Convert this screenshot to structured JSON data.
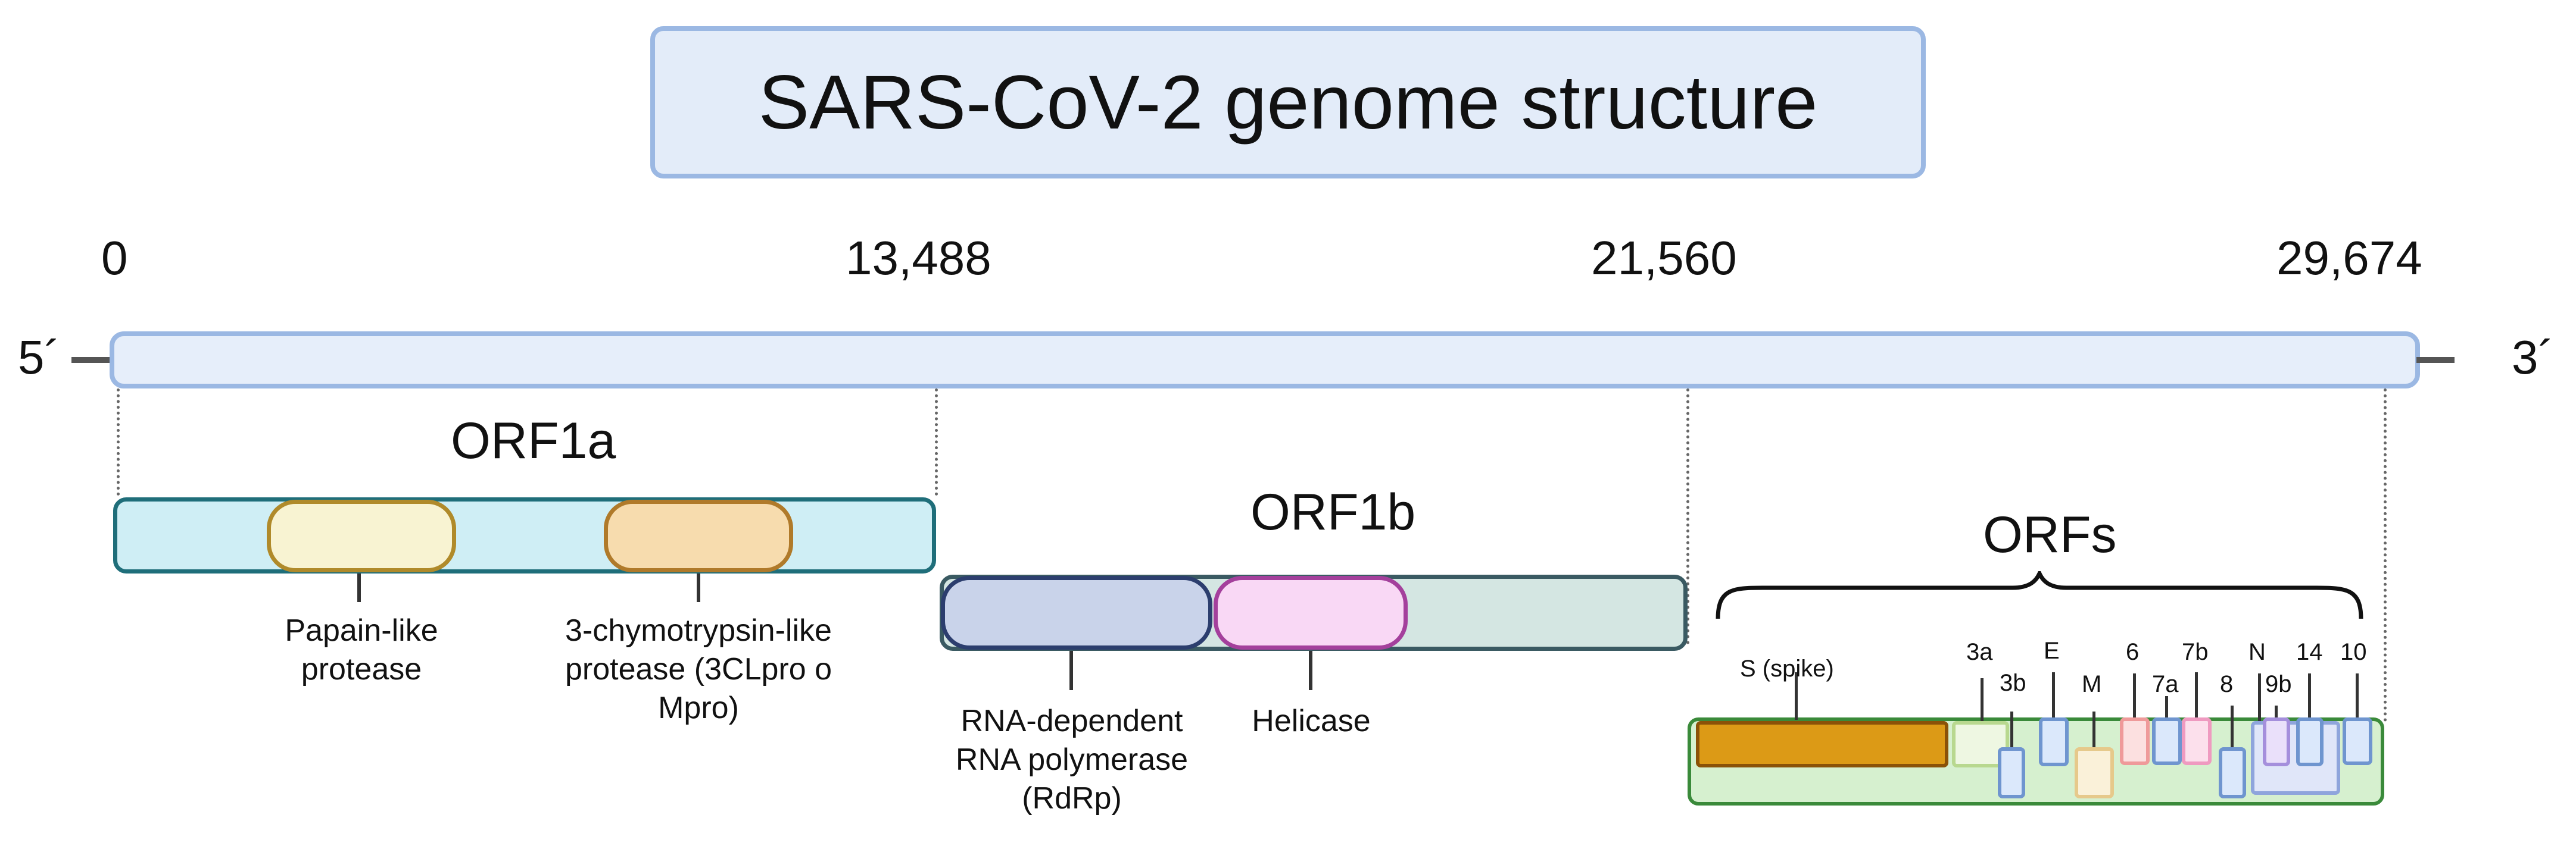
{
  "title": "SARS-CoV-2 genome structure",
  "coordinates": [
    "0",
    "13,488",
    "21,560",
    "29,674"
  ],
  "ends": {
    "five_prime": "5´",
    "three_prime": "3´"
  },
  "orf1a": {
    "label": "ORF1a",
    "domains": [
      {
        "label_lines": [
          "Papain-like",
          "protease"
        ]
      },
      {
        "label_lines": [
          "3-chymotrypsin-like",
          "protease (3CLpro o",
          "Mpro)"
        ]
      }
    ]
  },
  "orf1b": {
    "label": "ORF1b",
    "domains": [
      {
        "label_lines": [
          "RNA-dependent",
          "RNA polymerase",
          "(RdRp)"
        ]
      },
      {
        "label_lines": [
          "Helicase"
        ]
      }
    ]
  },
  "orfs": {
    "label": "ORFs",
    "genes": [
      "S (spike)",
      "3a",
      "3b",
      "E",
      "M",
      "6",
      "7a",
      "7b",
      "8",
      "N",
      "9b",
      "14",
      "10"
    ]
  },
  "colors": {
    "title_fill": "#e3ecf9",
    "title_border": "#9bb8e3",
    "orf1a_fill": "#cfeef5",
    "orf1a_border": "#1f6e7a",
    "papain_fill": "#f8f3d2",
    "papain_border": "#b08a2a",
    "mpro_fill": "#f7dcae",
    "mpro_border": "#b07a2a",
    "orf1b_fill": "#d4e6e2",
    "orf1b_border": "#3a5a62",
    "rdrp_fill": "#c9d3ea",
    "rdrp_border": "#2c3e6e",
    "helicase_fill": "#f9d8f5",
    "helicase_border": "#a4409c",
    "orfs_fill": "#d6f0cf",
    "orfs_border": "#3a8a3a",
    "spike_fill": "#dc9a16",
    "spike_border": "#8a5208"
  }
}
